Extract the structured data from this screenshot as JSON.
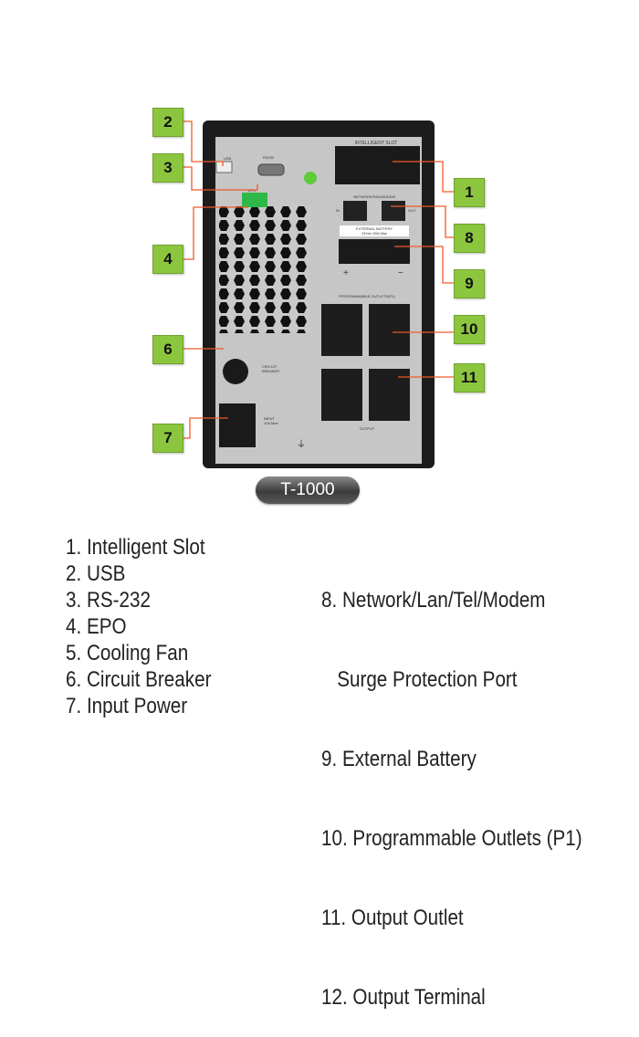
{
  "device": {
    "model": "T-1000",
    "panel_labels": {
      "intelligent_slot": "INTELLIGENT SLOT",
      "usb": "USB",
      "rs232": "RS232",
      "epo": "EPO",
      "network": "NETWORK/FAX/MODEM",
      "in": "IN",
      "out": "OUT",
      "ext_battery_1": "EXTERNAL BATTERY",
      "ext_battery_2": "24Vdc 50A Max",
      "plus": "+",
      "minus": "−",
      "programmable_outlets": "PROGRAMMABLE OUTLETS(P1)",
      "circuit_breaker_1": "CIRCUIT",
      "circuit_breaker_2": "BREAKER",
      "input_1": "INPUT",
      "input_2": "10A Max",
      "output": "OUTPUT"
    }
  },
  "callouts": [
    "1",
    "2",
    "3",
    "4",
    "6",
    "7",
    "8",
    "9",
    "10",
    "11"
  ],
  "legend": {
    "left": [
      "1. Intelligent Slot",
      "2. USB",
      "3. RS-232",
      "4. EPO",
      "5. Cooling Fan",
      "6. Circuit Breaker",
      "7. Input Power"
    ],
    "right": [
      "8. Network/Lan/Tel/Modem",
      "   Surge Protection Port",
      "9. External Battery",
      "10. Programmable Outlets (P1)",
      "11. Output Outlet",
      "12. Output Terminal"
    ]
  },
  "colors": {
    "callout": "#8cc63f",
    "leader": "#f05a28"
  }
}
